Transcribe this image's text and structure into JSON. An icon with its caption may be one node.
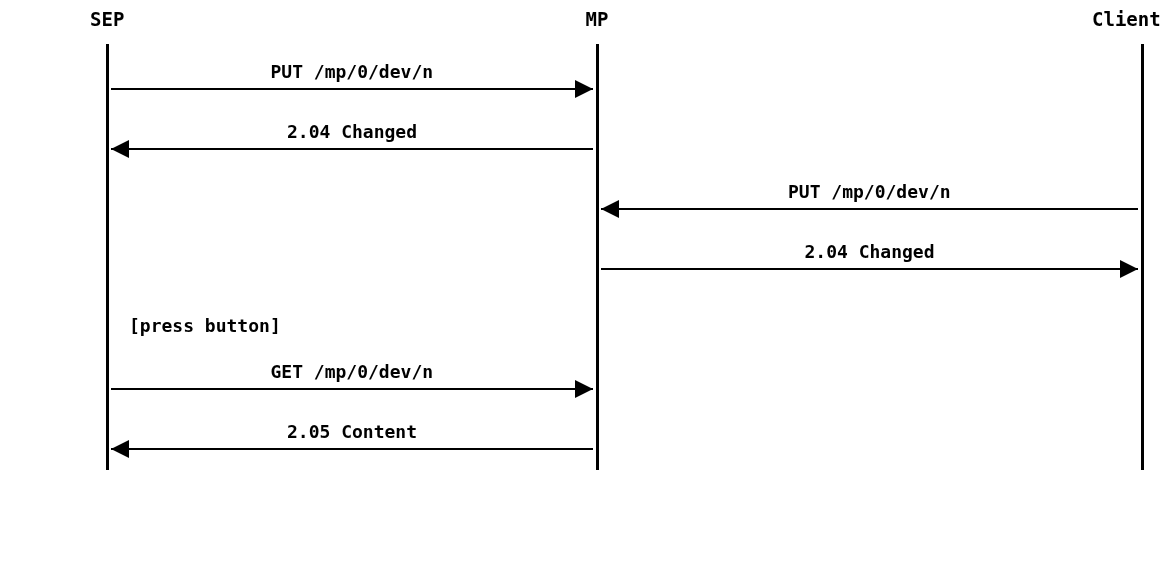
{
  "diagram": {
    "nodes": [
      {
        "text": [
          "SEP"
        ]
      },
      {
        "text": [
          "MP"
        ]
      },
      {
        "text": [
          "Client"
        ]
      }
    ],
    "edges": [
      {
        "from": 0,
        "to": 1,
        "arrow": "to",
        "label": "PUT /mp/0/dev/n"
      },
      {
        "from": 1,
        "to": 0,
        "arrow": "to",
        "label": "2.04 Changed"
      },
      {
        "from": 2,
        "to": 1,
        "arrow": "to",
        "label": "PUT /mp/0/dev/n"
      },
      {
        "from": 1,
        "to": 2,
        "arrow": "to",
        "label": "2.04 Changed"
      },
      {
        "from": 0,
        "to": 1,
        "arrow": "to",
        "label": "GET /mp/0/dev/n"
      },
      {
        "from": 1,
        "to": 0,
        "arrow": "to",
        "label": "2.05 Content"
      }
    ],
    "labels": [
      "[press button]"
    ]
  }
}
